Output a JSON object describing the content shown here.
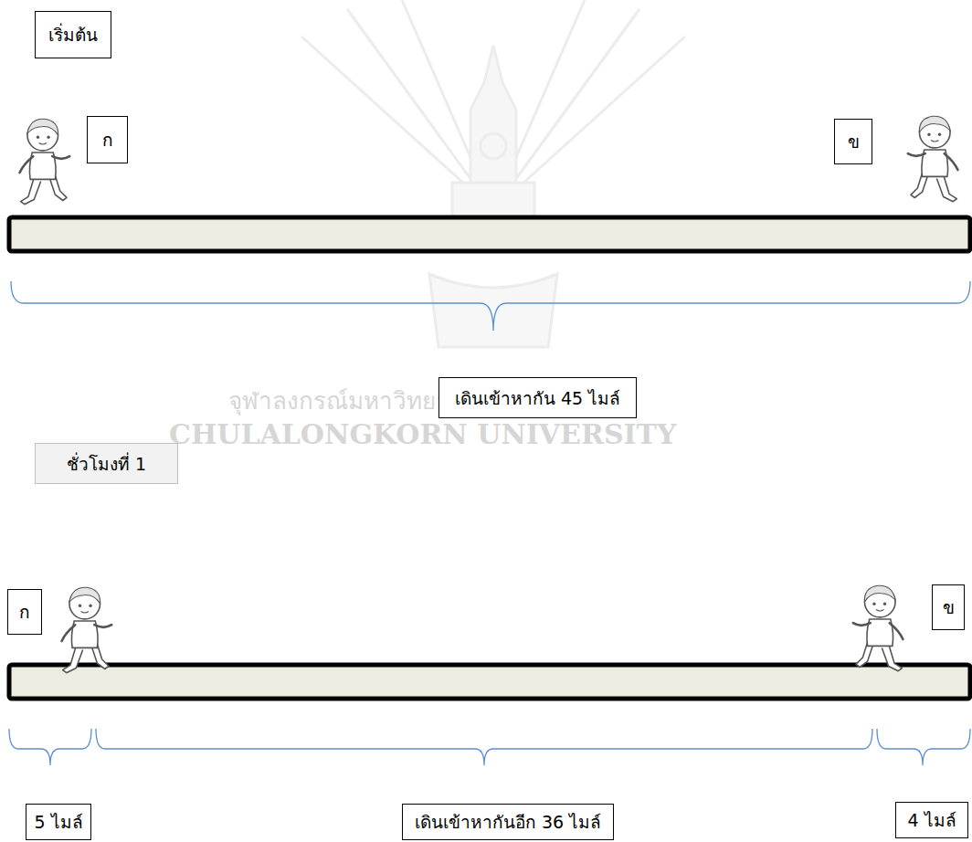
{
  "diagram": {
    "nodes": [
      {
        "text": [
          "เริ่มต้น"
        ]
      },
      {
        "text": [
          "ก"
        ]
      },
      {
        "text": [
          "ข"
        ]
      },
      {
        "text": [
          "เดินเข้าหากัน 45 ไมล์"
        ]
      },
      {
        "text": [
          "ชั่วโมงที่ 1"
        ]
      },
      {
        "text": [
          "ก"
        ]
      },
      {
        "text": [
          "ข"
        ]
      },
      {
        "text": [
          "5 ไมล์"
        ]
      },
      {
        "text": [
          "เดินเข้าหากันอีก 36 ไมล์"
        ]
      },
      {
        "text": [
          "4 ไมล์"
        ]
      }
    ],
    "labels": [
      "จุฬาลงกรณ์มหาวิทยาลัย",
      "CHULALONGKORN UNIVERSITY"
    ]
  }
}
